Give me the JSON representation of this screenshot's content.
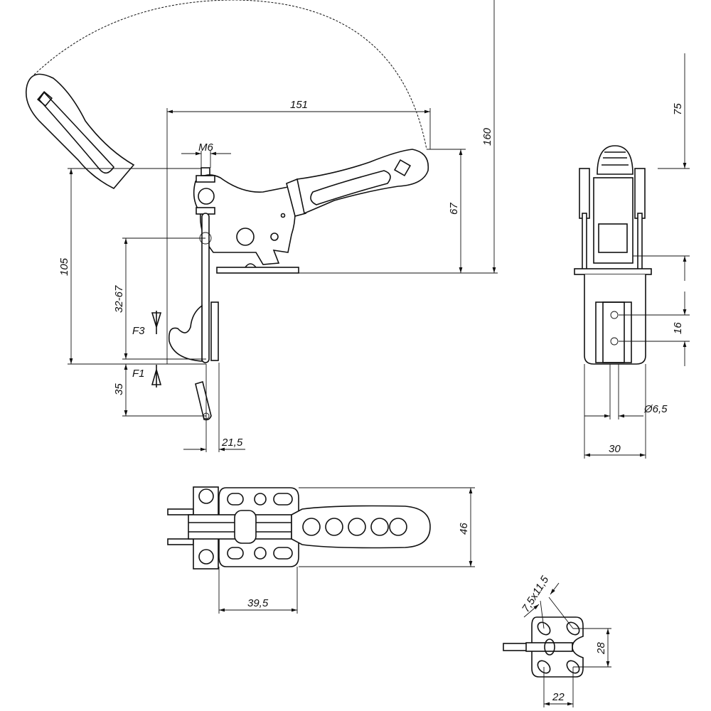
{
  "drawing": {
    "side_view": {
      "dim_width": "151",
      "dim_thread": "M6",
      "dim_total_height": "160",
      "dim_handle_height": "67",
      "dim_height_105": "105",
      "dim_range": "32-67",
      "force_down": "F3",
      "force_up": "F1",
      "dim_stroke": "35",
      "dim_offset": "21,5"
    },
    "front_view": {
      "dim_75": "75",
      "dim_16": "16",
      "dim_hole": "Ø6,5",
      "dim_30": "30"
    },
    "top_view": {
      "dim_46": "46",
      "dim_39_5": "39,5"
    },
    "base_detail": {
      "dim_slot": "7,5x11,5",
      "dim_28": "28",
      "dim_22": "22"
    }
  }
}
